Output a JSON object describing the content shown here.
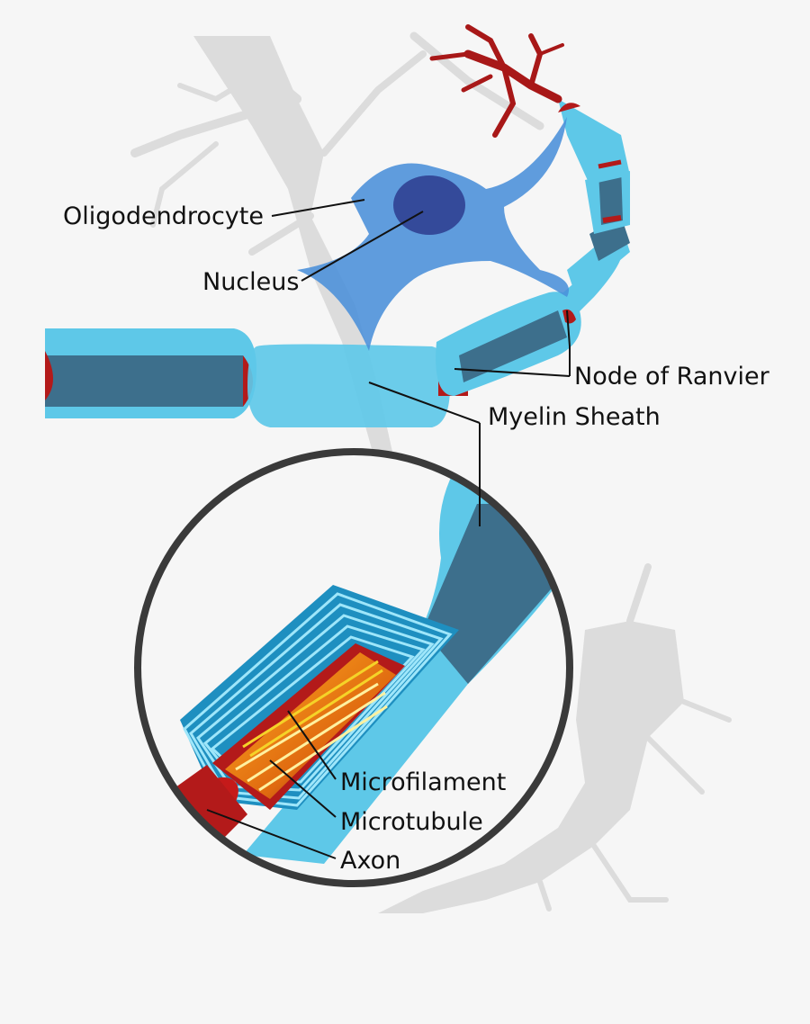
{
  "labels": {
    "oligodendrocyte": "Oligodendrocyte",
    "nucleus": "Nucleus",
    "node_of_ranvier": "Node of Ranvier",
    "myelin_sheath": "Myelin Sheath",
    "microfilament": "Microfilament",
    "microtubule": "Microtubule",
    "axon": "Axon"
  },
  "colors": {
    "background": "#f6f6f6",
    "background_neuron": "#dcdcdc",
    "myelin_light": "#5ec8e8",
    "myelin_dark": "#1e8fc0",
    "axon_core": "#3d6f8c",
    "node": "#b31a1a",
    "oligodendrocyte": "#4a90d9",
    "nucleus": "#344a9a",
    "dendrite": "#a81818",
    "microfilament": "#f5d328",
    "microtubule": "#f07a10",
    "lens_ring": "#3a3a3a"
  }
}
